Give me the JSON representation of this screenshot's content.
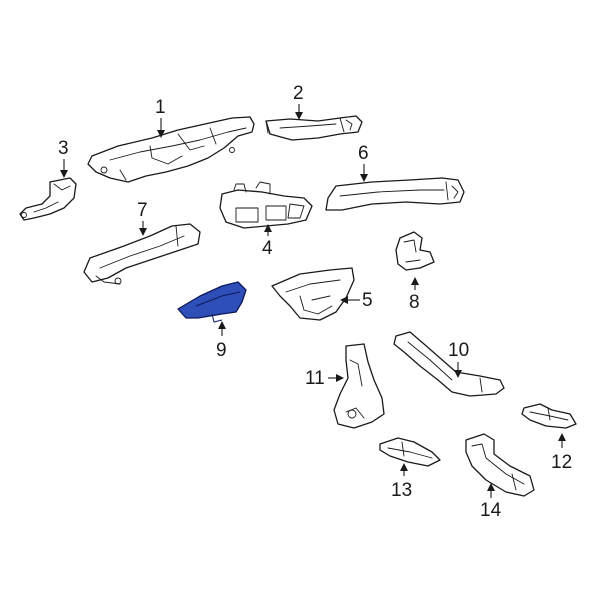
{
  "diagram": {
    "highlight_color": "#2f4fb8",
    "highlighted_part": "9",
    "callouts": [
      "1",
      "2",
      "3",
      "4",
      "5",
      "6",
      "7",
      "8",
      "9",
      "10",
      "11",
      "12",
      "13",
      "14"
    ]
  }
}
